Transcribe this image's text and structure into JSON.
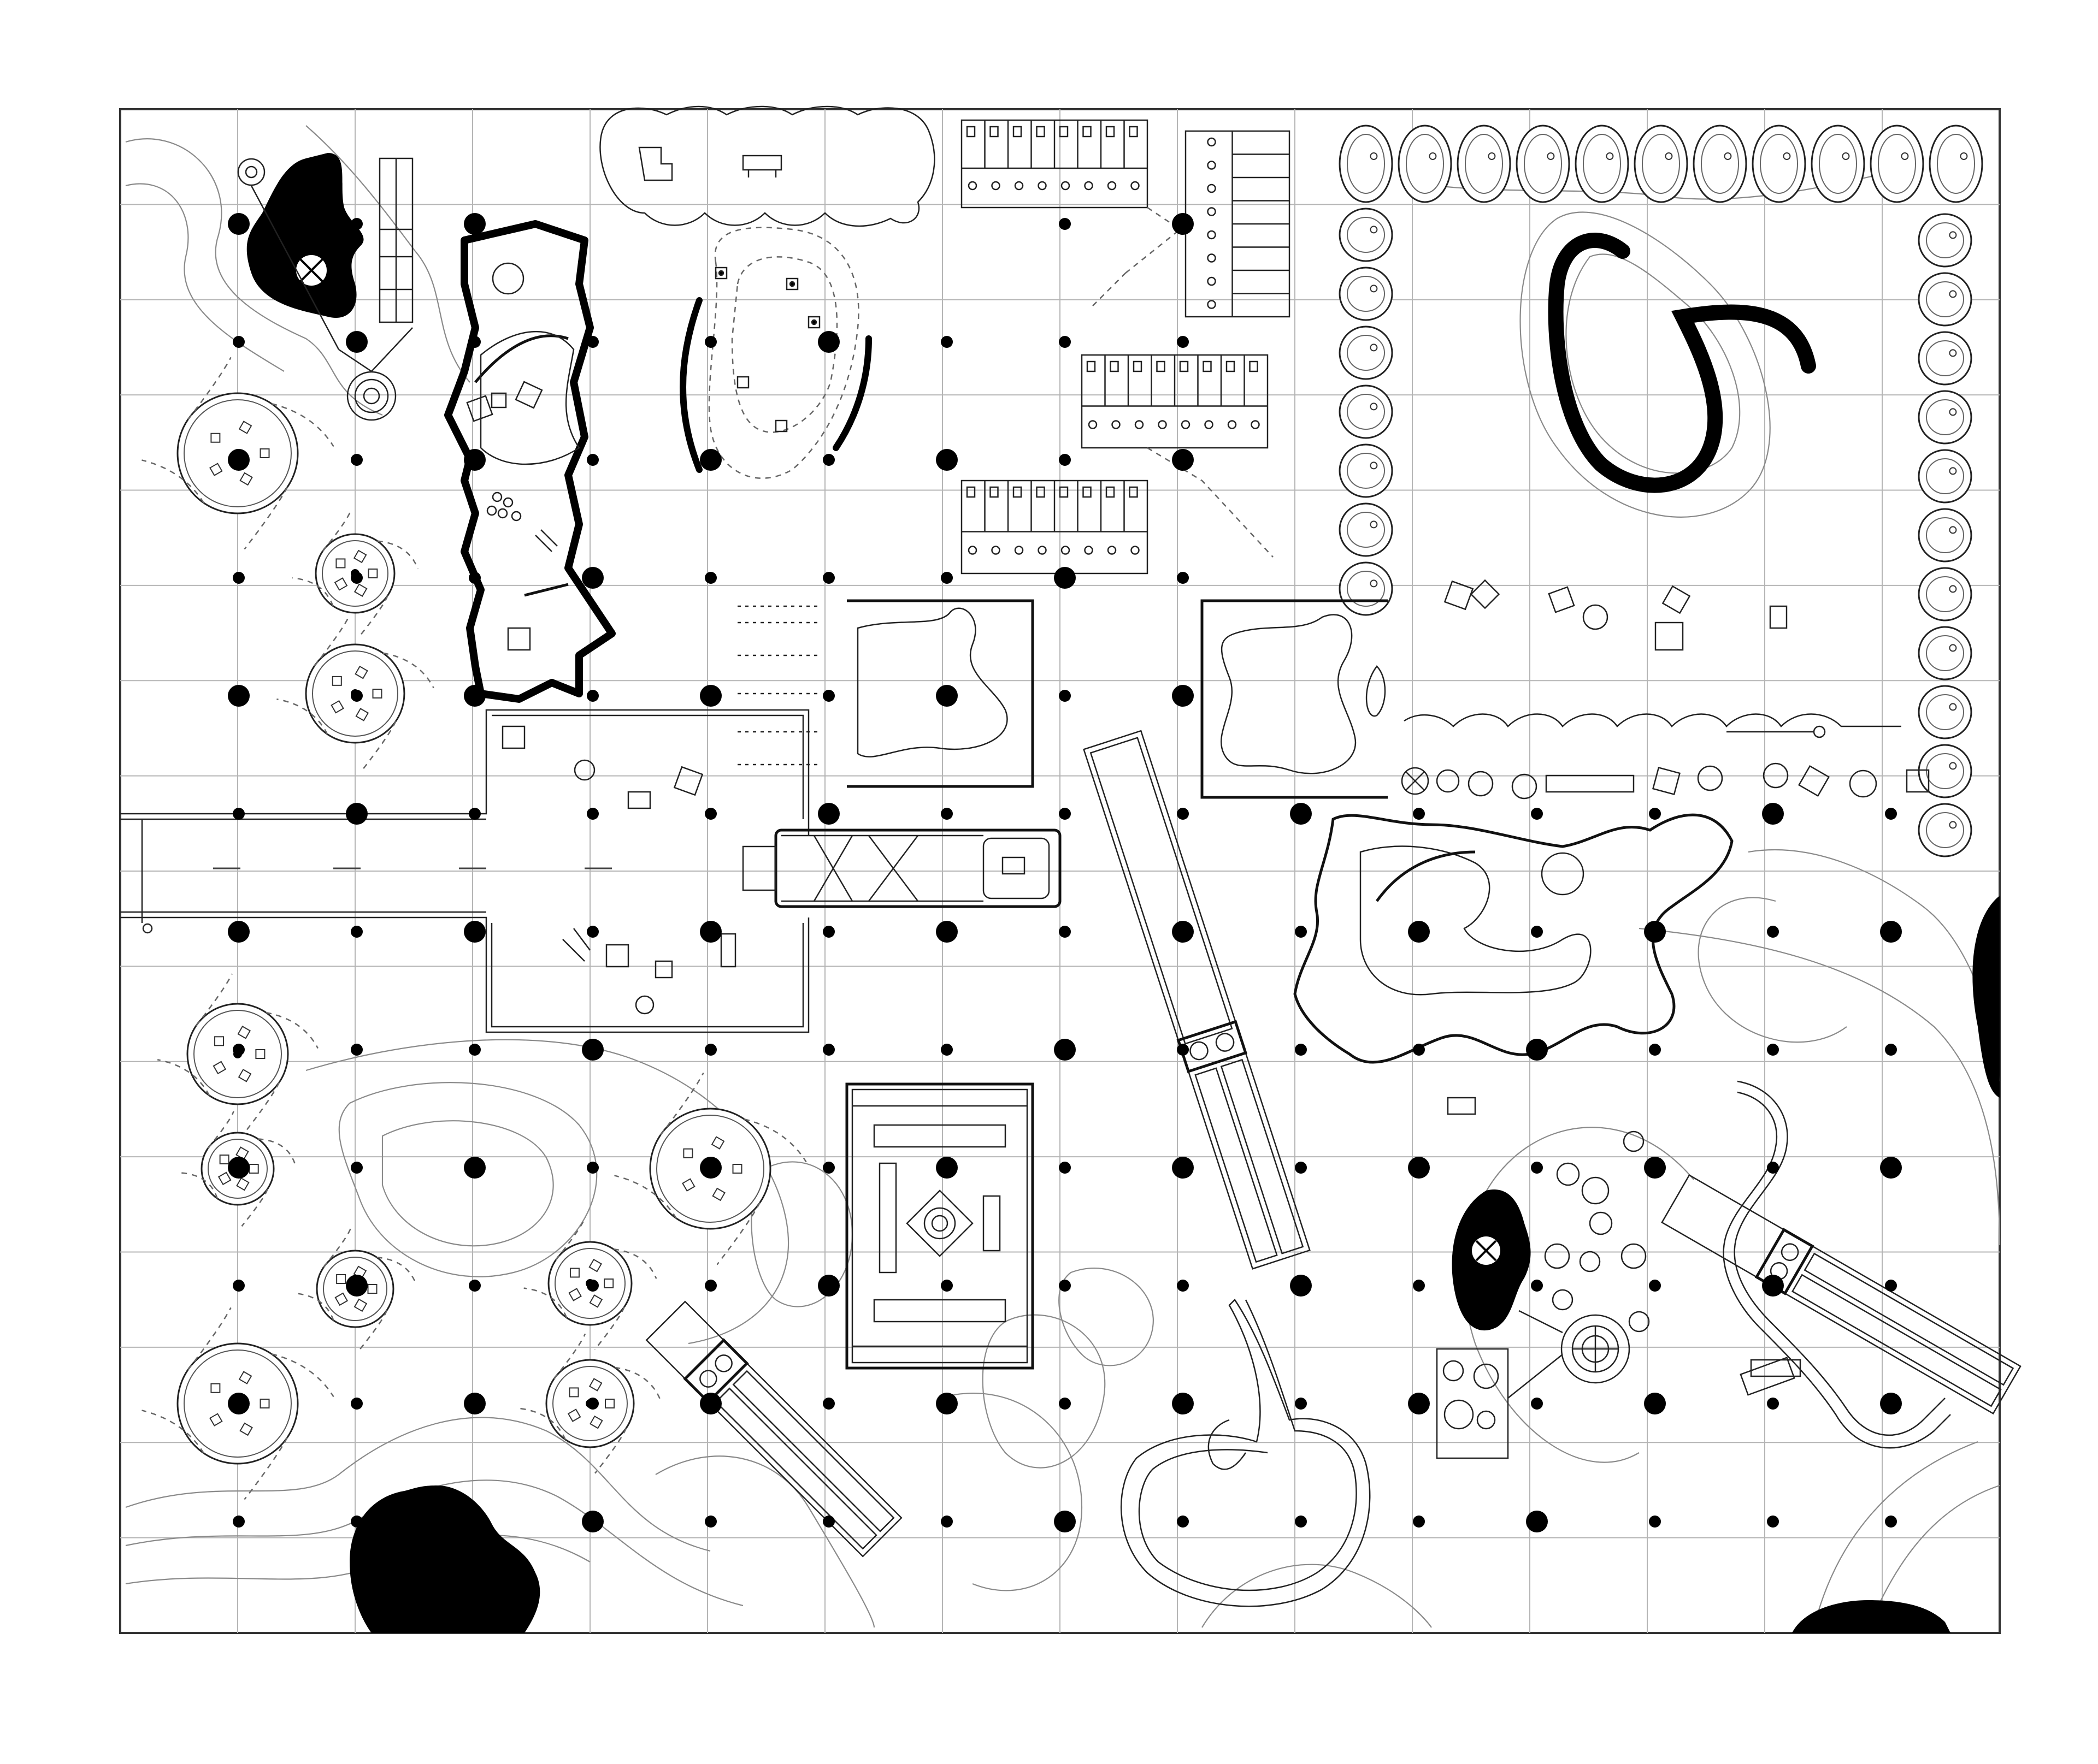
{
  "drawing": {
    "colors": {
      "ink": "#000000",
      "line": "#222222",
      "contour": "#8a8a8a",
      "grid": "#b5b5b5",
      "paper": "#ffffff"
    },
    "grid": {
      "columns": 16,
      "rows": 16
    },
    "column_grid": {
      "columns": 15,
      "rows": 12,
      "large_point_every": 2
    },
    "elements": [
      "tree-canopy-symbol",
      "column-point",
      "topographic-contour",
      "water-pool",
      "bus-vehicle",
      "conveyor-ramp",
      "kiosk-stall",
      "pod-cluster"
    ]
  }
}
